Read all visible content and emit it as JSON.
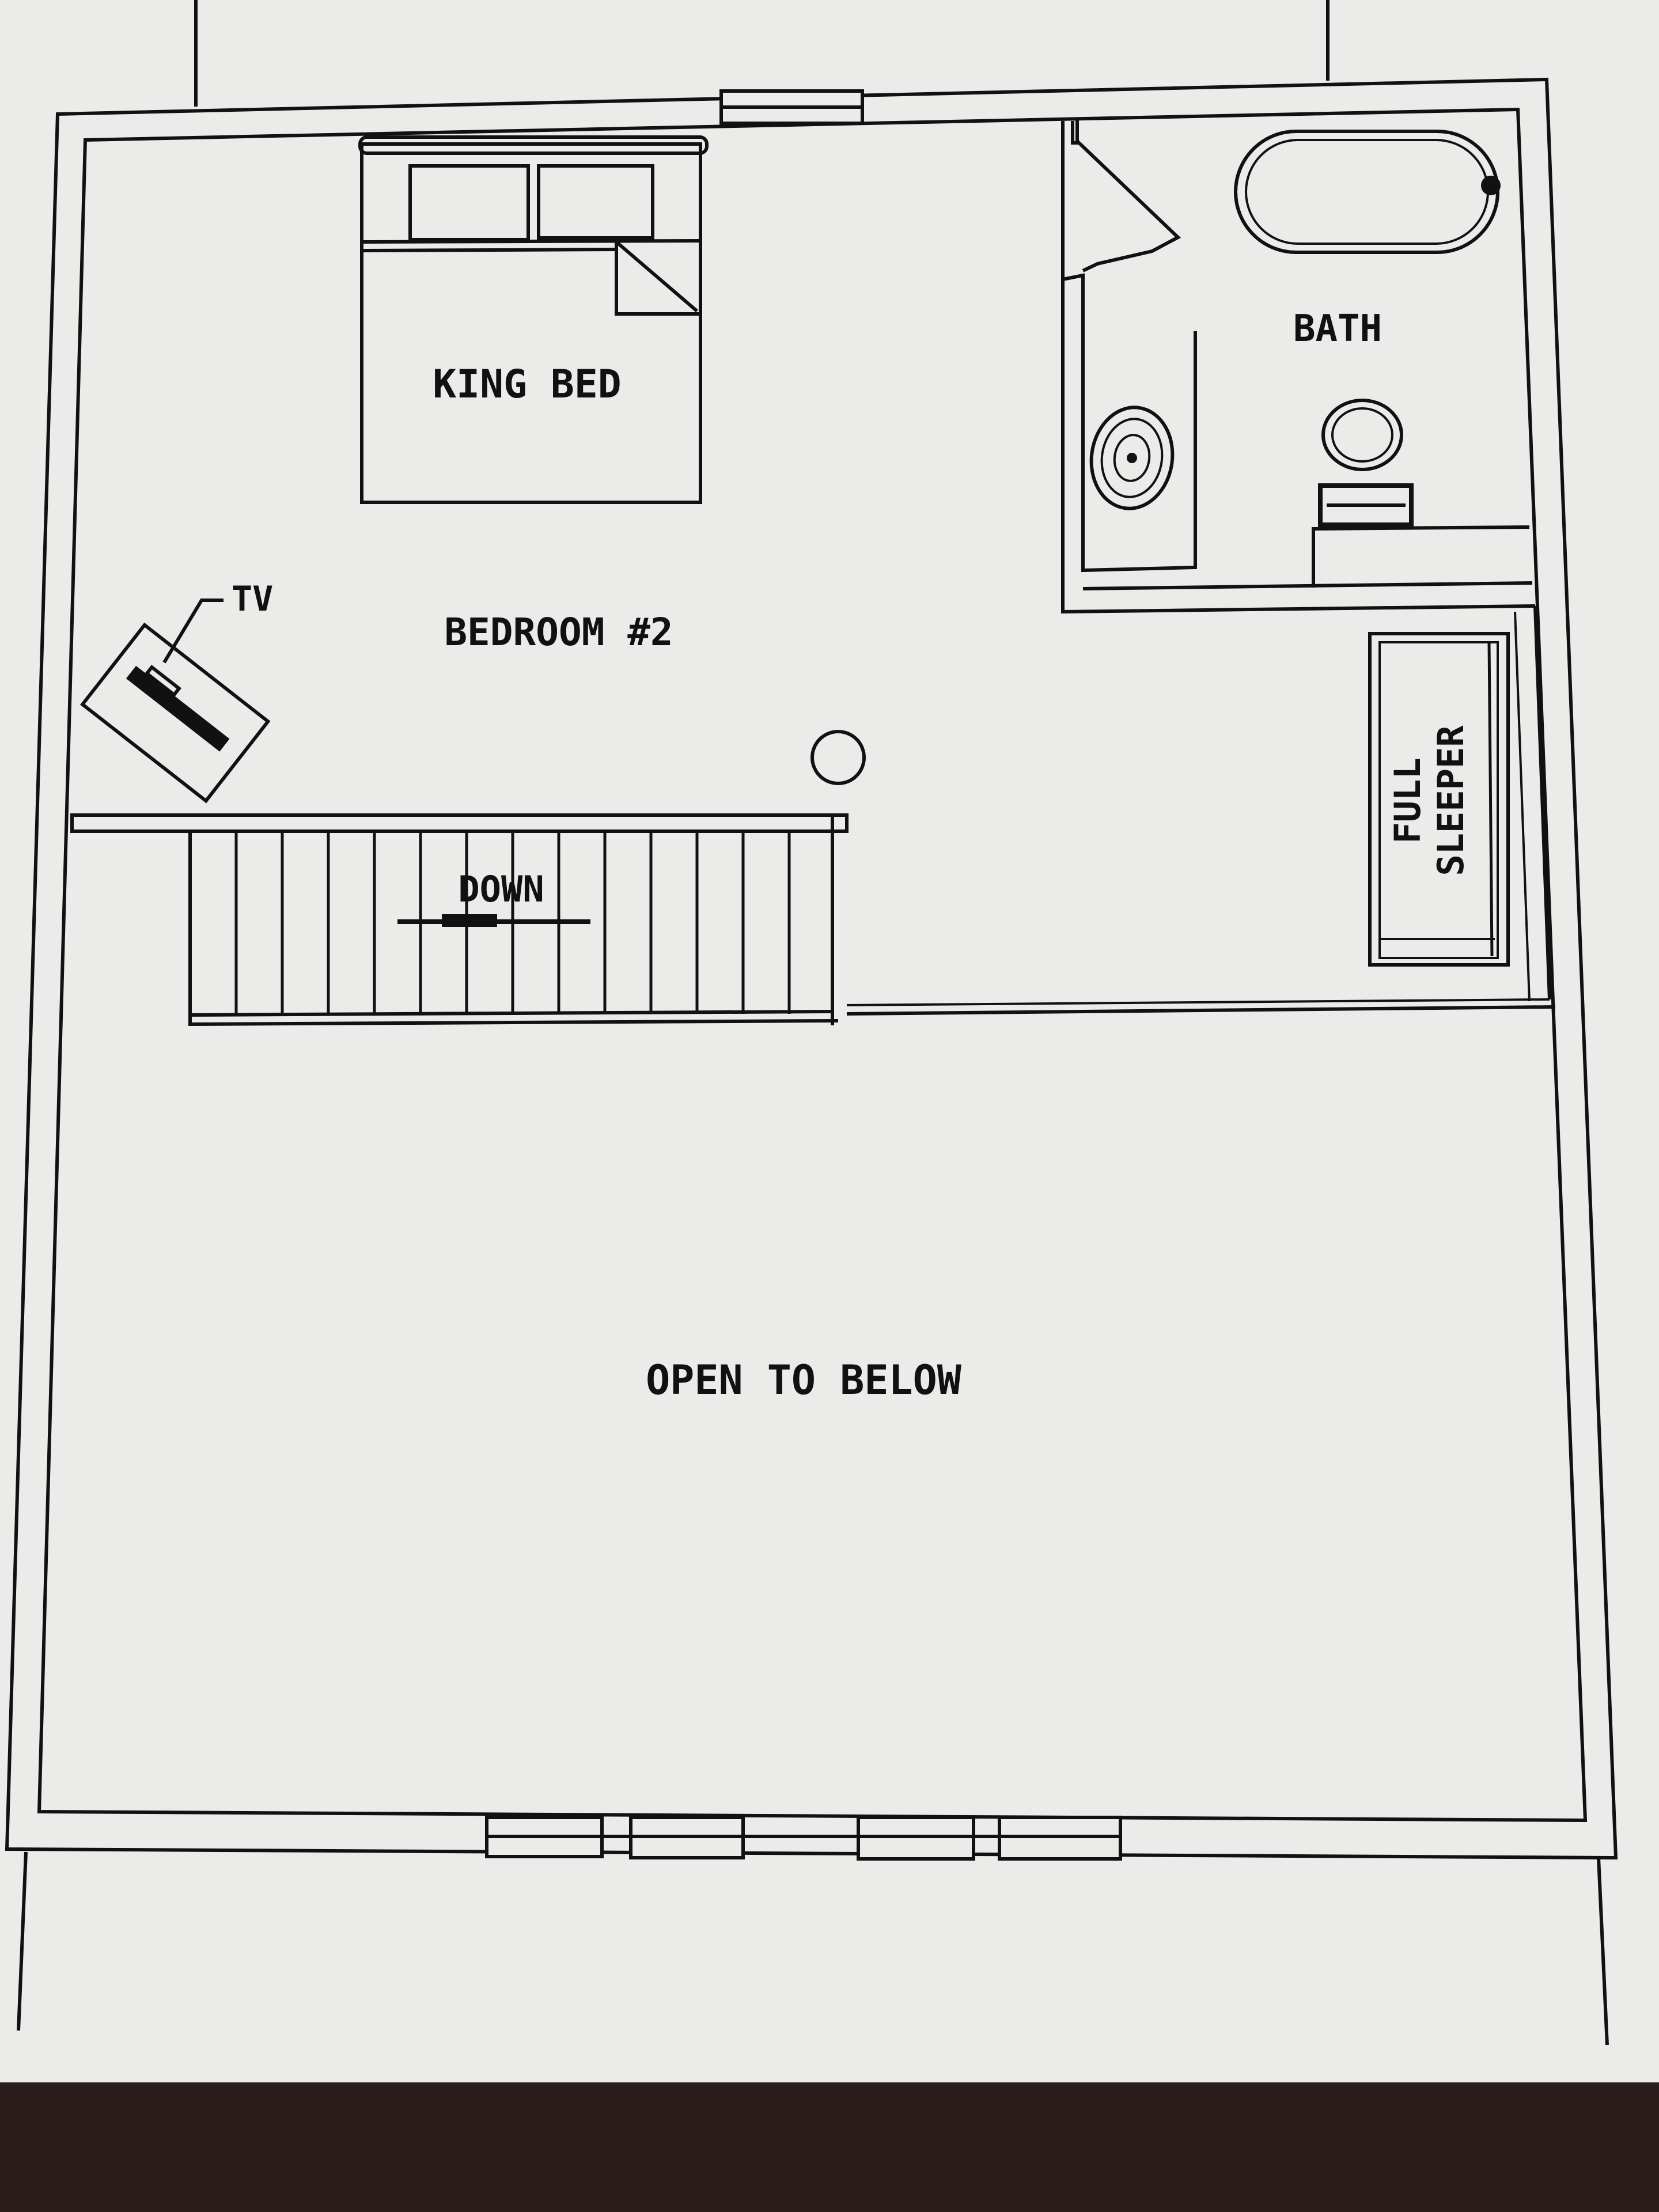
{
  "diagram": {
    "type": "floor plan",
    "rooms": {
      "bedroom": "BEDROOM #2",
      "bath": "BATH",
      "open_area": "OPEN TO BELOW"
    },
    "furniture": {
      "bed": "KING BED",
      "tv": "TV",
      "sleeper_line1": "FULL",
      "sleeper_line2": "SLEEPER"
    },
    "stairs": {
      "label": "DOWN"
    }
  },
  "colors": {
    "paper": "#e9e9e7",
    "ink": "#111111",
    "desk": "#2a1c1a"
  }
}
